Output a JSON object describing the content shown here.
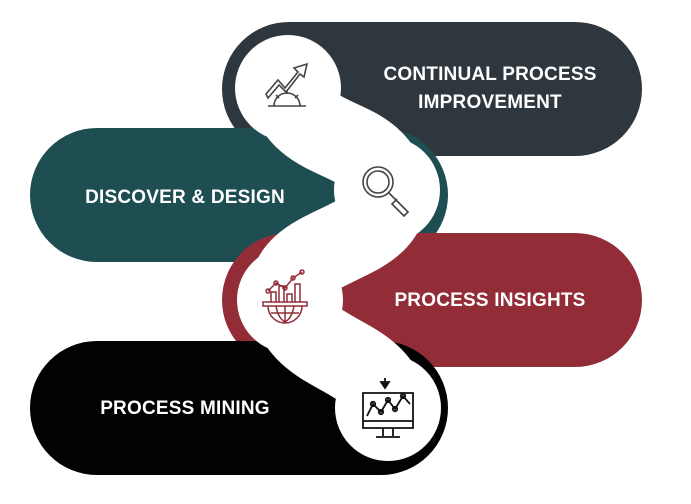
{
  "colors": {
    "slate": "#2e373d",
    "teal": "#1f4e52",
    "red": "#922d37",
    "black": "#020202",
    "background": "#ffffff"
  },
  "steps": [
    {
      "label": "CONTINUAL PROCESS IMPROVEMENT",
      "line1": "CONTINUAL PROCESS",
      "line2": "IMPROVEMENT",
      "icon": "growth-gear-icon"
    },
    {
      "label": "DISCOVER & DESIGN",
      "icon": "magnifier-icon"
    },
    {
      "label": "PROCESS INSIGHTS",
      "icon": "chart-globe-icon"
    },
    {
      "label": "PROCESS MINING",
      "icon": "monitor-chart-icon"
    }
  ]
}
